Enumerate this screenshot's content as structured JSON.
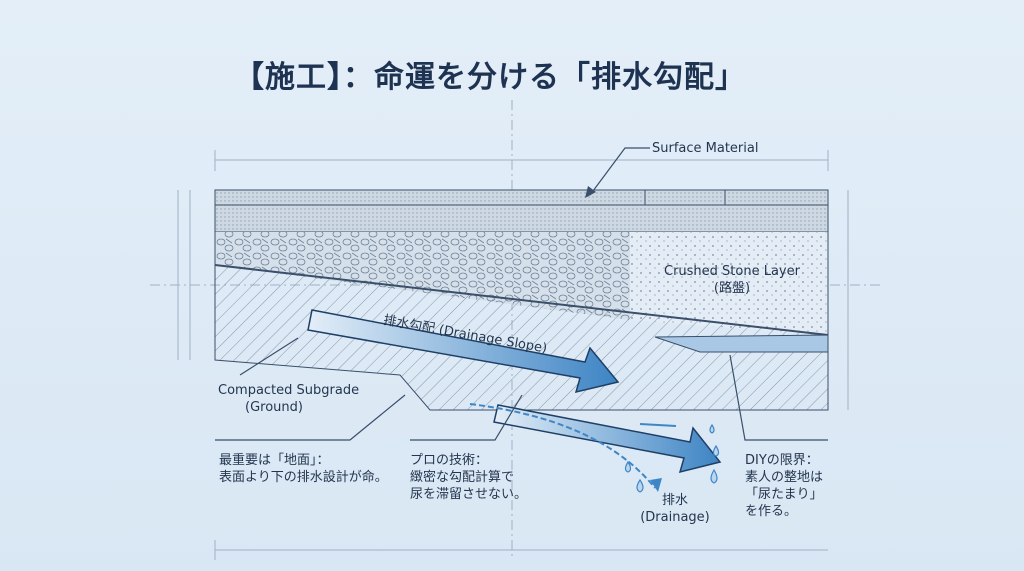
{
  "title": "【施工】：命運を分ける「排水勾配」",
  "labels": {
    "surface": "Surface Material",
    "crushed_en": "Crushed Stone Layer",
    "crushed_jp": "(路盤)",
    "slope": "排水勾配 (Drainage Slope)",
    "subgrade_1": "Compacted Subgrade",
    "subgrade_2": "(Ground)",
    "drain_jp": "排水",
    "drain_en": "(Drainage)"
  },
  "notes": [
    {
      "lines": [
        "最重要は「地面」：",
        "表面より下の排水設計が命。"
      ]
    },
    {
      "lines": [
        "プロの技術：",
        "緻密な勾配計算で",
        "尿を滞留させない。"
      ]
    },
    {
      "lines": [
        "DIYの限界：",
        "素人の整地は",
        "「尿たまり」",
        "を作る。"
      ]
    }
  ],
  "colors": {
    "line": "#3a4f6a",
    "arrow": "#3f86c6",
    "bg": "#dde9f5"
  }
}
